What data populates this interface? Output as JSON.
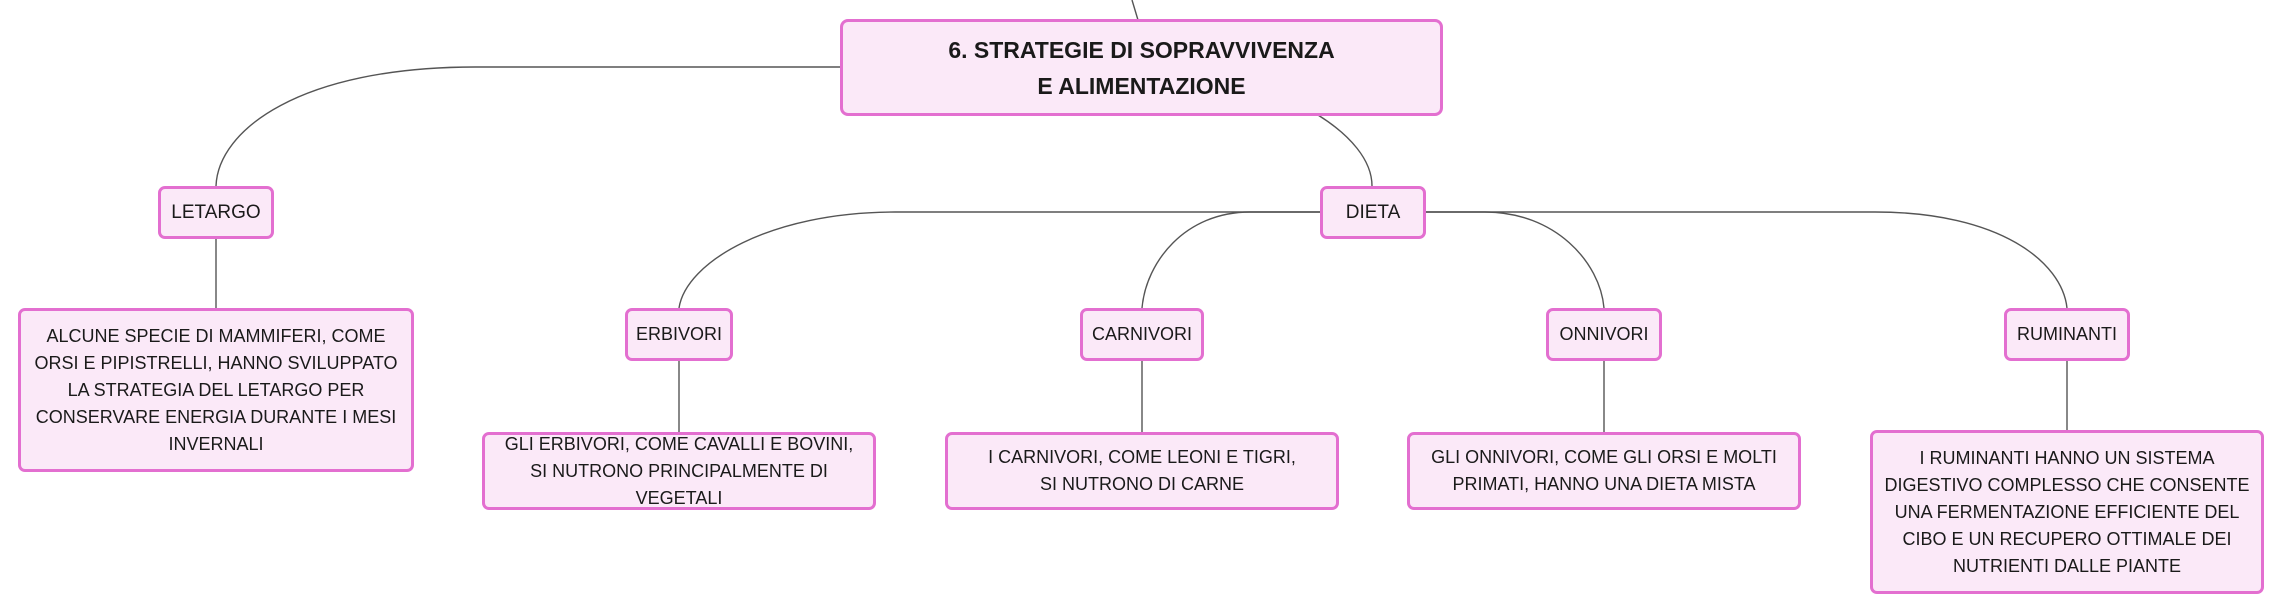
{
  "map": {
    "root": "6. STRATEGIE DI SOPRAVVIVENZA E ALIMENTAZIONE",
    "letargo": {
      "label": "LETARGO",
      "note": "ALCUNE SPECIE DI MAMMIFERI, COME ORSI E PIPISTRELLI, HANNO SVILUPPATO LA STRATEGIA DEL LETARGO PER CONSERVARE ENERGIA DURANTE I MESI INVERNALI"
    },
    "dieta": {
      "label": "DIETA",
      "erbivori": {
        "label": "ERBIVORI",
        "note": "GLI ERBIVORI, COME CAVALLI E BOVINI, SI NUTRONO PRINCIPALMENTE DI VEGETALI"
      },
      "carnivori": {
        "label": "CARNIVORI",
        "note": "I CARNIVORI, COME LEONI E TIGRI, SI NUTRONO DI CARNE"
      },
      "onnivori": {
        "label": "ONNIVORI",
        "note": "GLI ONNIVORI, COME GLI ORSI E MOLTI PRIMATI, HANNO UNA DIETA MISTA"
      },
      "ruminanti": {
        "label": "RUMINANTI",
        "note": "I RUMINANTI HANNO UN SISTEMA DIGESTIVO COMPLESSO CHE CONSENTE UNA FERMENTAZIONE EFFICIENTE DEL CIBO E UN RECUPERO OTTIMALE DEI NUTRIENTI DALLE PIANTE"
      }
    }
  },
  "colors": {
    "node_fill": "#fbe9f8",
    "node_border": "#e36fd0",
    "connector": "#555555"
  }
}
